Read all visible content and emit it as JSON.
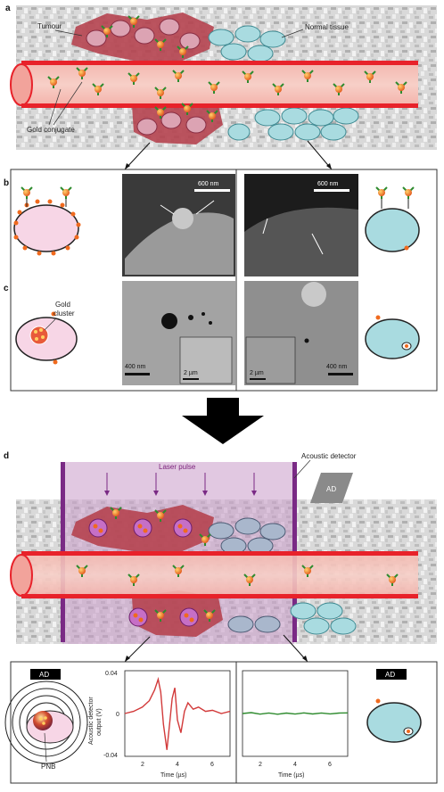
{
  "panel_a": {
    "letter": "a",
    "tumour_label": "Tumour",
    "normal_label": "Normal tissue",
    "conjugate_label": "Gold conjugate"
  },
  "panel_b": {
    "letter": "b",
    "scale_left": "600 nm",
    "scale_right": "600 nm"
  },
  "panel_c": {
    "letter": "c",
    "cluster_label_line1": "Gold",
    "cluster_label_line2": "cluster",
    "scale_left_main": "400 nm",
    "scale_left_inset": "2 µm",
    "scale_right_inset": "2 µm",
    "scale_right_main": "400 nm"
  },
  "panel_d": {
    "letter": "d",
    "laser_label": "Laser pulse",
    "detector_label": "Acoustic detector",
    "ad_box": "AD"
  },
  "bottom": {
    "ad_left": "AD",
    "ad_right": "AD",
    "pnb_label": "PNB"
  },
  "colors": {
    "tumour": "#b5434f",
    "vessel": "#e8222a",
    "normal": "#a9dbe0",
    "laser": "#7a2a85",
    "signal_tumour": "#d23a3a",
    "signal_normal": "#2e8b2e"
  },
  "chart_data": [
    {
      "type": "line",
      "ylabel_line1": "Acoustic detector",
      "ylabel_line2": "output (V)",
      "xlabel": "Time (µs)",
      "xlim": [
        1,
        7
      ],
      "ylim": [
        -0.04,
        0.04
      ],
      "yticks": [
        "0.04",
        "0",
        "-0.04"
      ],
      "xticks": [
        "2",
        "4",
        "6"
      ],
      "series": [
        {
          "color": "#d23a3a",
          "x": [
            1.0,
            1.5,
            2.0,
            2.4,
            2.7,
            2.9,
            3.05,
            3.2,
            3.4,
            3.55,
            3.7,
            3.85,
            4.0,
            4.2,
            4.4,
            4.6,
            4.9,
            5.2,
            5.6,
            6.0,
            6.5,
            7.0
          ],
          "y": [
            0.0,
            0.002,
            0.006,
            0.012,
            0.022,
            0.032,
            0.02,
            -0.01,
            -0.034,
            -0.01,
            0.014,
            0.024,
            -0.006,
            -0.018,
            0.002,
            0.01,
            0.004,
            0.006,
            0.002,
            0.003,
            0.0,
            0.002
          ]
        }
      ]
    },
    {
      "type": "line",
      "xlabel": "Time (µs)",
      "xlim": [
        1,
        7
      ],
      "ylim": [
        -0.04,
        0.04
      ],
      "xticks": [
        "2",
        "4",
        "6"
      ],
      "series": [
        {
          "color": "#2e8b2e",
          "x": [
            1.0,
            1.5,
            2.0,
            2.5,
            3.0,
            3.5,
            4.0,
            4.5,
            5.0,
            5.5,
            6.0,
            6.5,
            7.0
          ],
          "y": [
            0.0,
            0.0008,
            -0.0006,
            0.0005,
            -0.0007,
            0.0004,
            -0.0005,
            0.0006,
            -0.0004,
            0.0005,
            -0.0003,
            0.0004,
            0.0006
          ]
        }
      ]
    }
  ]
}
